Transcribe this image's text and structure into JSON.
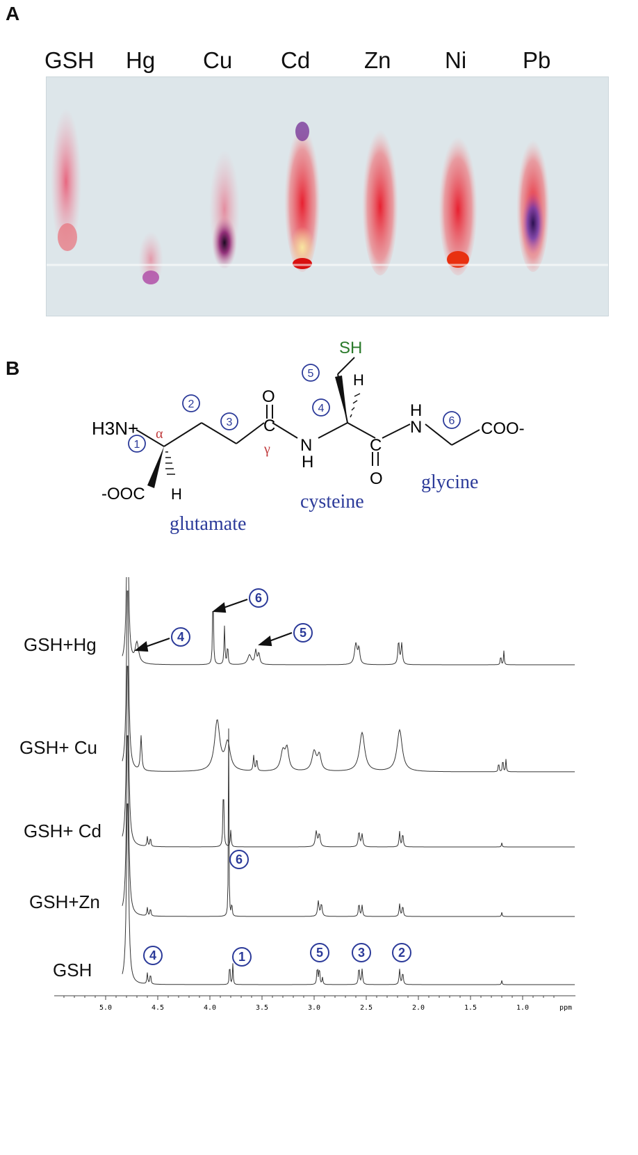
{
  "panel_a": {
    "letter": "A",
    "lanes": [
      {
        "label": "GSH",
        "spot": "pink-streak"
      },
      {
        "label": "Hg",
        "spot": "faint-purple-spot"
      },
      {
        "label": "Cu",
        "spot": "purple-dark-center"
      },
      {
        "label": "Cd",
        "spot": "red-yellow-streak"
      },
      {
        "label": "Zn",
        "spot": "red-streak"
      },
      {
        "label": "Ni",
        "spot": "red-streak"
      },
      {
        "label": "Pb",
        "spot": "red-purple-streak"
      }
    ],
    "colors": {
      "plate": "#dde6ea",
      "pink": "#e8607a",
      "red": "#e82a2a",
      "purple": "#7a2a9a",
      "yellow": "#f0d880"
    }
  },
  "panel_b": {
    "letter": "B",
    "structure": {
      "atoms": {
        "nh3": "H3N+",
        "coo_left": "-OOC",
        "h_alpha": "H",
        "alpha": "α",
        "gamma": "γ",
        "o_gamma": "O",
        "c_gamma": "C",
        "n_amide1": "N",
        "h_amide1": "H",
        "sh": "SH",
        "h_cys": "H",
        "c_cys": "C",
        "o_cys": "O",
        "h_amide2": "H",
        "n_amide2": "N",
        "coo_right": "COO-"
      },
      "residues": [
        "glutamate",
        "cysteine",
        "glycine"
      ],
      "position_markers": [
        "1",
        "2",
        "3",
        "4",
        "5",
        "6"
      ],
      "colors": {
        "residue_text": "#2b3a99",
        "marker": "#2b3a99",
        "sh": "#2a7a2a",
        "greek": "#c0393b"
      }
    },
    "nmr": {
      "spectra": [
        "GSH+Hg",
        "GSH+ Cu",
        "GSH+ Cd",
        "GSH+Zn",
        "GSH"
      ],
      "axis_ticks": [
        "5.0",
        "4.5",
        "4.0",
        "3.5",
        "3.0",
        "2.5",
        "2.0",
        "1.5",
        "1.0"
      ],
      "axis_unit": "ppm",
      "annotations": [
        {
          "spectrum": "GSH+Hg",
          "marker": "4",
          "arrow": true
        },
        {
          "spectrum": "GSH+Hg",
          "marker": "6",
          "arrow": true
        },
        {
          "spectrum": "GSH+Hg",
          "marker": "5",
          "arrow": true
        },
        {
          "spectrum": "GSH+Zn",
          "marker": "6",
          "arrow": false
        },
        {
          "spectrum": "GSH",
          "marker": "4",
          "arrow": false
        },
        {
          "spectrum": "GSH",
          "marker": "1",
          "arrow": false
        },
        {
          "spectrum": "GSH",
          "marker": "5",
          "arrow": false
        },
        {
          "spectrum": "GSH",
          "marker": "3",
          "arrow": false
        },
        {
          "spectrum": "GSH",
          "marker": "2",
          "arrow": false
        }
      ],
      "marker_color": "#2b3a99"
    }
  }
}
